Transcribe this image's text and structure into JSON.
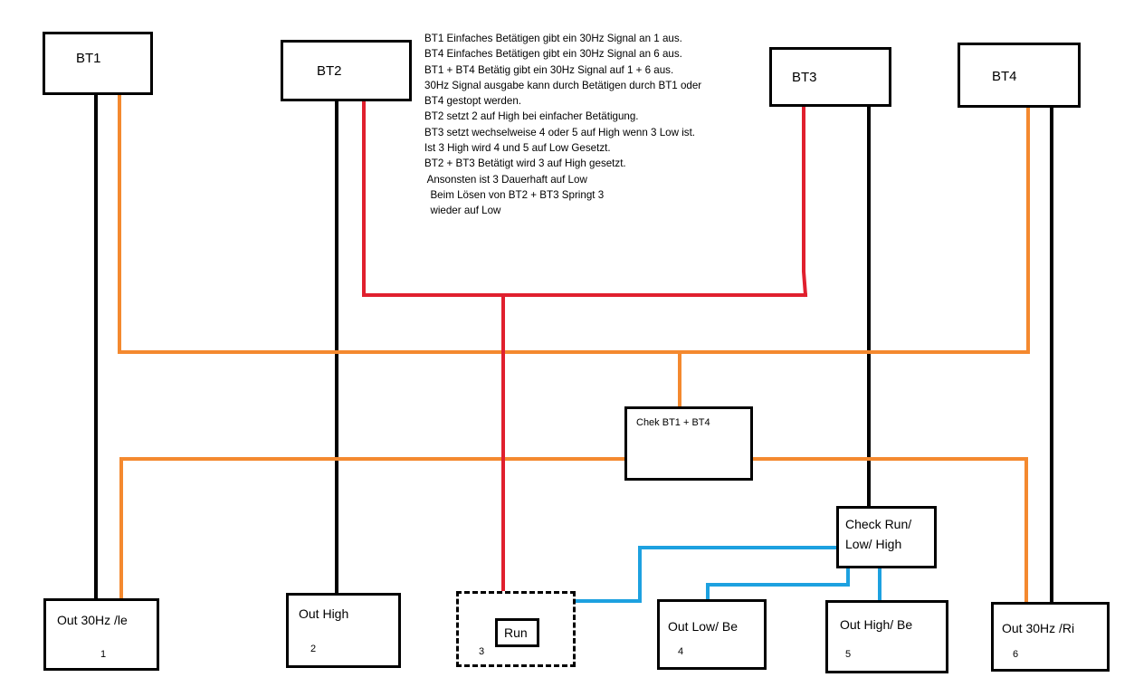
{
  "colors": {
    "wire_black": "#000000",
    "wire_orange": "#f4892f",
    "wire_red": "#e0202e",
    "wire_blue": "#1da1e0"
  },
  "buttons": {
    "bt1": "BT1",
    "bt2": "BT2",
    "bt3": "BT3",
    "bt4": "BT4"
  },
  "logic": {
    "check_bt1_bt4": "Chek BT1 + BT4",
    "check_run_line1": "Check Run/",
    "check_run_line2": "Low/ High"
  },
  "outputs": {
    "out1": {
      "label": "Out 30Hz /le",
      "number": "1"
    },
    "out2": {
      "label": "Out High",
      "number": "2"
    },
    "out3": {
      "label": "Run",
      "number": "3"
    },
    "out4": {
      "label": "Out Low/ Be",
      "number": "4"
    },
    "out5": {
      "label": "Out High/ Be",
      "number": "5"
    },
    "out6": {
      "label": "Out 30Hz /Ri",
      "number": "6"
    }
  },
  "notes": [
    "BT1 Einfaches Betätigen gibt ein 30Hz Signal an 1 aus.",
    "BT4 Einfaches Betätigen gibt ein 30Hz Signal an 6 aus.",
    "BT1 + BT4 Betätig gibt ein 30Hz Signal auf 1 + 6 aus.",
    "30Hz Signal ausgabe kann durch Betätigen durch BT1 oder",
    "BT4 gestopt werden.",
    "BT2 setzt 2 auf High bei einfacher Betätigung.",
    "BT3 setzt wechselweise 4 oder 5 auf High wenn 3 Low ist.",
    "Ist 3 High wird 4 und 5 auf Low Gesetzt.",
    "BT2 + BT3 Betätigt wird 3 auf High gesetzt.",
    " Ansonsten ist 3 Dauerhaft auf Low",
    "  Beim Lösen von BT2 + BT3 Springt 3",
    "  wieder auf Low"
  ]
}
